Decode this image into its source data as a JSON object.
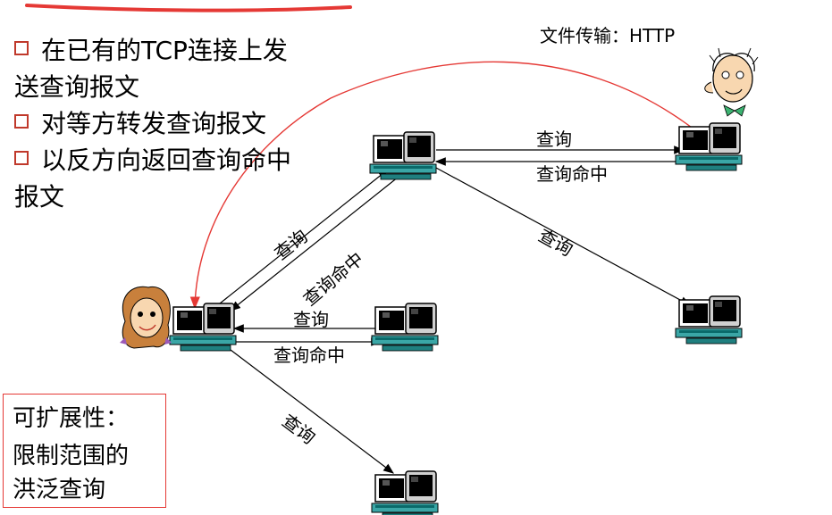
{
  "header": {
    "protocol_label": "文件传输：HTTP"
  },
  "bullets": [
    {
      "text": "在已有的TCP连接上发送查询报文"
    },
    {
      "text": "对等方转发查询报文"
    },
    {
      "text": "以反方向返回查询命中报文"
    }
  ],
  "scalability": {
    "title": "可扩展性：",
    "line1": "限制范围的",
    "line2": "洪泛查询"
  },
  "edges": {
    "query": "查询",
    "query_hit": "查询命中"
  }
}
